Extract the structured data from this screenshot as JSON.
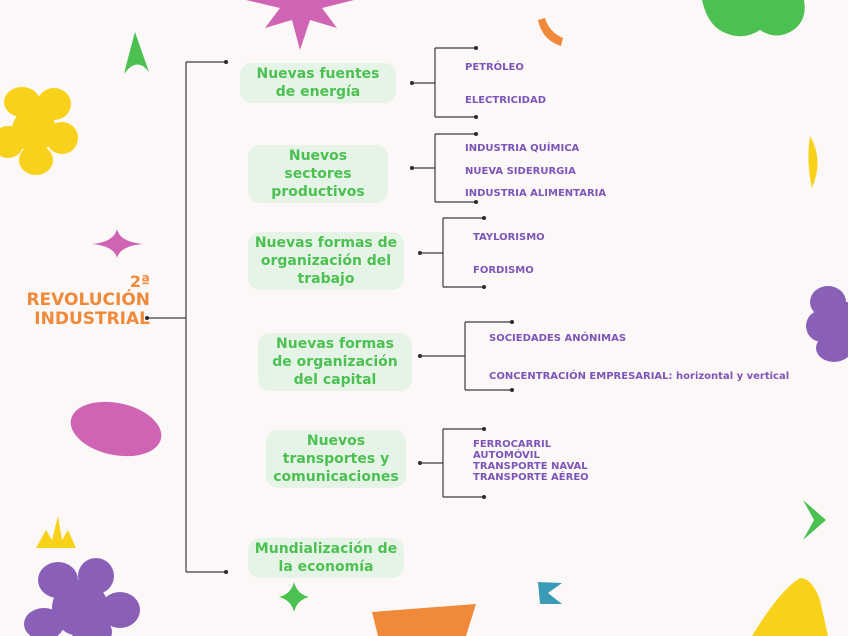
{
  "title": {
    "ordinal": "2ª",
    "line1": "REVOLUCIÓN",
    "line2": "INDUSTRIAL"
  },
  "branches": [
    {
      "topic": "Nuevas fuentes de energía",
      "leaves": [
        "PETRÓLEO",
        "ELECTRICIDAD"
      ]
    },
    {
      "topic": "Nuevos sectores productivos",
      "leaves": [
        "INDUSTRIA QUÍMICA",
        "NUEVA SIDERURGIA",
        "INDUSTRIA ALIMENTARIA"
      ]
    },
    {
      "topic": "Nuevas formas de organización del trabajo",
      "leaves": [
        "TAYLORISMO",
        "FORDISMO"
      ]
    },
    {
      "topic": "Nuevas formas de organización del capital",
      "leaves": [
        "SOCIEDADES ANÓNIMAS",
        "CONCENTRACIÓN EMPRESARIAL: horizontal y vertical"
      ]
    },
    {
      "topic": "Nuevos transportes y comunicaciones",
      "leaves": [
        "FERROCARRIL",
        "AUTOMÓVIL",
        "TRANSPORTE NAVAL",
        "TRANSPORTE AÉREO"
      ]
    },
    {
      "topic": "Mundialización de la economía",
      "leaves": []
    }
  ],
  "colors": {
    "title": "#f08a3a",
    "topic_text": "#4cc152",
    "topic_bg": "#e5f4e6",
    "leaf_text": "#7d55b8",
    "connector": "#3b3b3b"
  }
}
